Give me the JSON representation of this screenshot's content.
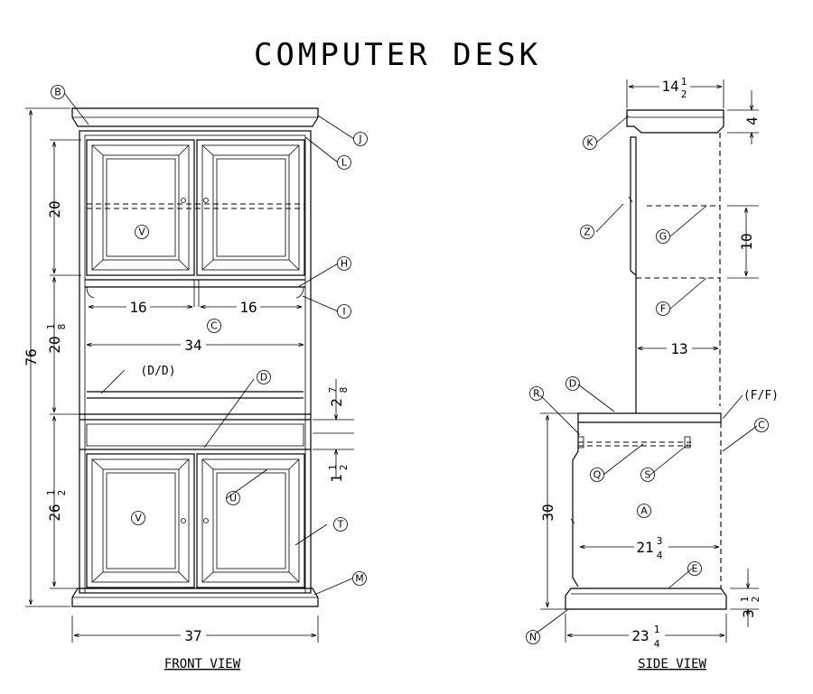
{
  "title": "COMPUTER DESK",
  "views": {
    "front": "FRONT VIEW",
    "side": "SIDE VIEW"
  },
  "labels": {
    "A": "A",
    "B": "B",
    "C": "C",
    "D": "D",
    "E": "E",
    "F": "F",
    "G": "G",
    "H": "H",
    "I": "I",
    "J": "J",
    "K": "K",
    "L": "L",
    "M": "M",
    "N": "N",
    "Q": "Q",
    "R": "R",
    "S": "S",
    "T": "T",
    "U": "U",
    "V": "V",
    "Z": "Z"
  },
  "notes": {
    "dd": "(D/D)",
    "ff": "(F/F)"
  },
  "front_dims": {
    "overall_height": "76",
    "upper": "20",
    "middle_whole": "20",
    "middle_num": "1",
    "middle_den": "8",
    "lower_whole": "26",
    "lower_num": "1",
    "lower_den": "2",
    "left_shelf": "16",
    "right_shelf": "16",
    "inner_width": "34",
    "overall_width": "37",
    "drawer_whole": "2",
    "drawer_num": "7",
    "drawer_den": "8",
    "gap_whole": "1",
    "gap_num": "1",
    "gap_den": "2"
  },
  "side_dims": {
    "top_whole": "14",
    "top_num": "1",
    "top_den": "2",
    "crown": "4",
    "shelf_gap": "10",
    "hutch_depth": "13",
    "desk_height": "30",
    "inner_whole": "21",
    "inner_num": "3",
    "inner_den": "4",
    "base_whole": "23",
    "base_num": "1",
    "base_den": "4",
    "plinth_whole": "3",
    "plinth_num": "1",
    "plinth_den": "2"
  }
}
